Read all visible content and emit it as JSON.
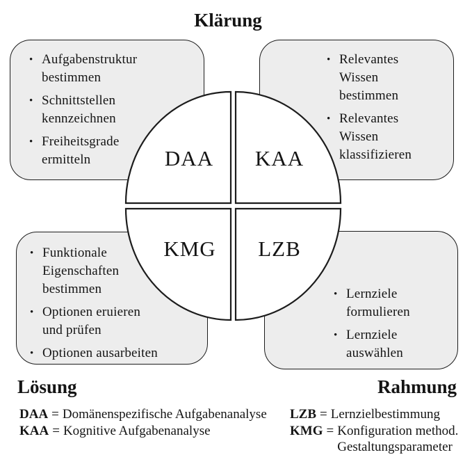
{
  "phases": {
    "top": "Klärung",
    "bottom_left": "Lösung",
    "bottom_right": "Rahmung"
  },
  "quadrants": {
    "daa": "DAA",
    "kaa": "KAA",
    "kmg": "KMG",
    "lzb": "LZB"
  },
  "boxes": {
    "top_left": {
      "items": [
        "Aufgabenstruktur\nbestimmen",
        "Schnittstellen\nkennzeichnen",
        "Freiheitsgrade\nermitteln"
      ]
    },
    "top_right": {
      "items": [
        "Relevantes\nWissen\nbestimmen",
        "Relevantes\nWissen\nklassifizieren"
      ]
    },
    "bottom_left": {
      "items": [
        "Funktionale\nEigenschaften\nbestimmen",
        "Optionen eruieren\nund prüfen",
        "Optionen ausarbeiten"
      ]
    },
    "bottom_right": {
      "items": [
        "Lernziele\nformulieren",
        "Lernziele\nauswählen"
      ]
    }
  },
  "legend": {
    "equals": "=",
    "left": [
      {
        "abbr": "DAA",
        "def": "Domänenspezifische Aufgabenanalyse"
      },
      {
        "abbr": "KAA",
        "def": "Kognitive Aufgabenanalyse"
      }
    ],
    "right": [
      {
        "abbr": "LZB",
        "def": "Lernzielbestimmung"
      },
      {
        "abbr": "KMG",
        "def": "Konfiguration method.\nGestaltungsparameter"
      }
    ]
  },
  "icons": {
    "bullet": "•"
  },
  "colors": {
    "background": "#ffffff",
    "box_fill": "#ededed",
    "stroke": "#1c1c1c",
    "text": "#141414"
  }
}
